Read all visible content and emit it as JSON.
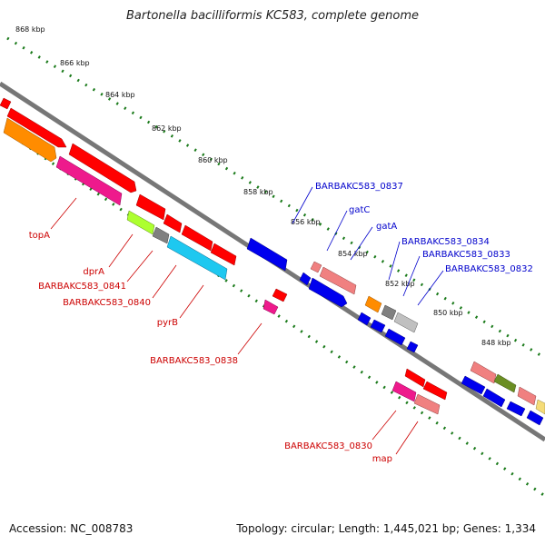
{
  "title": "Bartonella bacilliformis KC583, complete genome",
  "footer": {
    "accession": "Accession: NC_008783",
    "summary": "Topology: circular; Length: 1,445,021 bp; Genes: 1,334"
  },
  "colors": {
    "backbone": "#7a7a7a",
    "ticks": "#1a7a1a",
    "labels_forward": "#0000cc",
    "labels_reverse": "#cc0000"
  },
  "scale_labels": [
    "868 kbp",
    "866 kbp",
    "864 kbp",
    "862 kbp",
    "860 kbp",
    "858 kbp",
    "856 kbp",
    "854 kbp",
    "852 kbp",
    "850 kbp",
    "848 kbp"
  ],
  "gene_labels": {
    "forward": [
      "BARBAKC583_0837",
      "gatC",
      "gatA",
      "BARBAKC583_0834",
      "BARBAKC583_0833",
      "BARBAKC583_0832"
    ],
    "reverse": [
      "topA",
      "dprA",
      "BARBAKC583_0841",
      "BARBAKC583_0840",
      "pyrB",
      "BARBAKC583_0838",
      "BARBAKC583_0830",
      "map"
    ]
  }
}
